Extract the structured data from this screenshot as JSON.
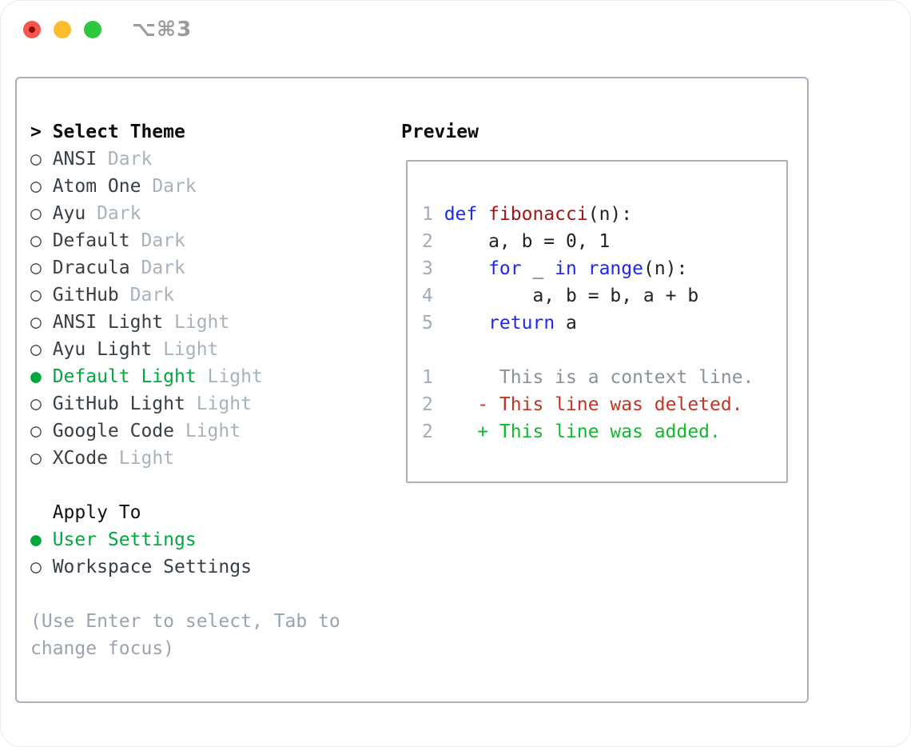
{
  "titlebar": {
    "shortcut": "⌥⌘3",
    "traffic_lights": {
      "close_color": "#f7564e",
      "close_dot_color": "#8b0f06",
      "minimize_color": "#fdbc2e",
      "zoom_color": "#2dc83e"
    }
  },
  "theme_list": {
    "title_marker": ">",
    "title": "Select Theme",
    "selected_marker": "●",
    "unselected_marker": "○",
    "items": [
      {
        "name": "ANSI",
        "variant": "Dark",
        "selected": false
      },
      {
        "name": "Atom One",
        "variant": "Dark",
        "selected": false
      },
      {
        "name": "Ayu",
        "variant": "Dark",
        "selected": false
      },
      {
        "name": "Default",
        "variant": "Dark",
        "selected": false
      },
      {
        "name": "Dracula",
        "variant": "Dark",
        "selected": false
      },
      {
        "name": "GitHub",
        "variant": "Dark",
        "selected": false
      },
      {
        "name": "ANSI Light",
        "variant": "Light",
        "selected": false
      },
      {
        "name": "Ayu Light",
        "variant": "Light",
        "selected": false
      },
      {
        "name": "Default Light",
        "variant": "Light",
        "selected": true
      },
      {
        "name": "GitHub Light",
        "variant": "Light",
        "selected": false
      },
      {
        "name": "Google Code",
        "variant": "Light",
        "selected": false
      },
      {
        "name": "XCode",
        "variant": "Light",
        "selected": false
      }
    ]
  },
  "apply_to": {
    "title": "Apply To",
    "options": [
      {
        "label": "User Settings",
        "selected": true
      },
      {
        "label": "Workspace Settings",
        "selected": false
      }
    ]
  },
  "help_lines": [
    "(Use Enter to select, Tab to",
    "change focus)"
  ],
  "preview": {
    "title": "Preview",
    "code_lines": [
      {
        "num": "1",
        "segments": [
          {
            "text": "def",
            "style": "keyword"
          },
          {
            "text": " ",
            "style": "plain"
          },
          {
            "text": "fibonacci",
            "style": "function"
          },
          {
            "text": "(n):",
            "style": "plain"
          }
        ]
      },
      {
        "num": "2",
        "segments": [
          {
            "text": "    a, b = 0, 1",
            "style": "plain"
          }
        ]
      },
      {
        "num": "3",
        "segments": [
          {
            "text": "    ",
            "style": "plain"
          },
          {
            "text": "for",
            "style": "keyword"
          },
          {
            "text": " _ ",
            "style": "plain"
          },
          {
            "text": "in",
            "style": "keyword"
          },
          {
            "text": " ",
            "style": "plain"
          },
          {
            "text": "range",
            "style": "keyword"
          },
          {
            "text": "(n):",
            "style": "plain"
          }
        ]
      },
      {
        "num": "4",
        "segments": [
          {
            "text": "        a, b = b, a + b",
            "style": "plain"
          }
        ]
      },
      {
        "num": "5",
        "segments": [
          {
            "text": "    ",
            "style": "plain"
          },
          {
            "text": "return",
            "style": "keyword"
          },
          {
            "text": " a",
            "style": "plain"
          }
        ]
      }
    ],
    "diff_lines": [
      {
        "num": "1",
        "style": "context",
        "text": "     This is a context line."
      },
      {
        "num": "2",
        "style": "deleted",
        "text": "   - This line was deleted."
      },
      {
        "num": "2",
        "style": "added",
        "text": "   + This line was added."
      }
    ]
  },
  "colors": {
    "selected_green": "#00a83c",
    "added_green": "#13b82c",
    "deleted_red": "#c13524",
    "keyword_blue": "#1e28f0",
    "function_red": "#a31515",
    "muted_gray": "#a8b2bc",
    "context_gray": "#8b9199",
    "item_text": "#383e45",
    "border_gray": "#a8b0ba"
  }
}
